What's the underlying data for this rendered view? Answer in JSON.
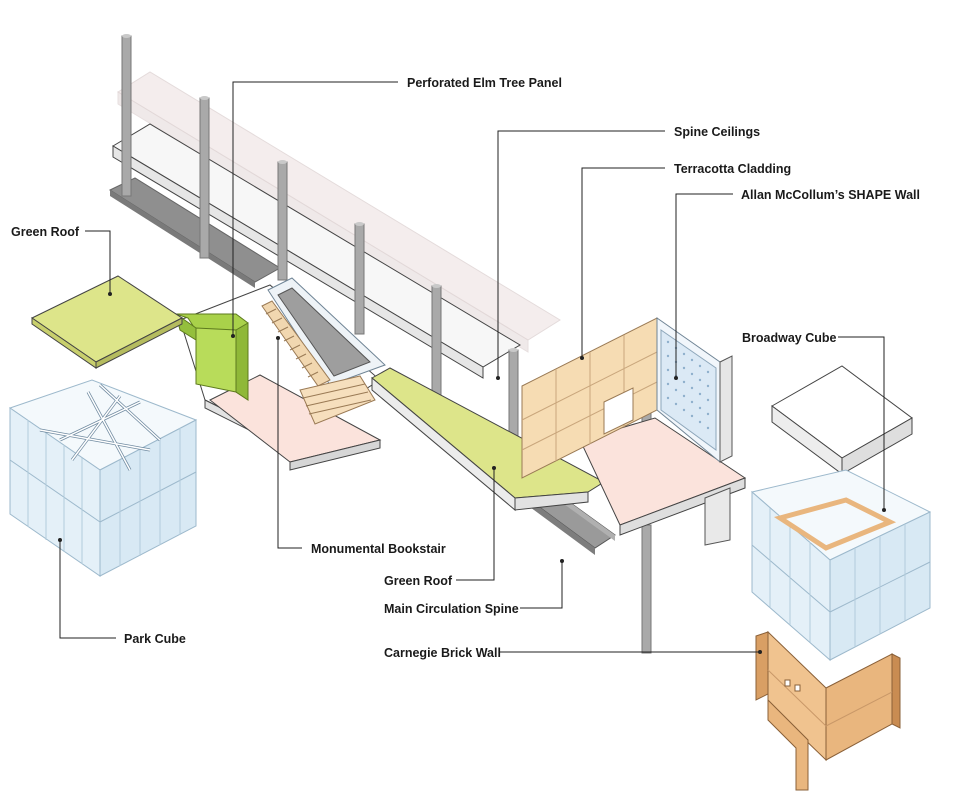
{
  "labels": {
    "perforated_elm": "Perforated Elm Tree Panel",
    "spine_ceilings": "Spine Ceilings",
    "terracotta": "Terracotta Cladding",
    "shape_wall": "Allan McCollum’s SHAPE Wall",
    "green_roof_left": "Green Roof",
    "broadway_cube": "Broadway Cube",
    "monumental_bookstair": "Monumental Bookstair",
    "green_roof_spine": "Green Roof",
    "main_circulation_spine": "Main Circulation Spine",
    "park_cube": "Park Cube",
    "carnegie_brick_wall": "Carnegie Brick Wall"
  },
  "colors": {
    "green_roof": "#dde58a",
    "elm_panel": "#a9d14a",
    "floor_pink": "#fbe3dc",
    "terracotta": "#f6dcb3",
    "brick": "#e9b67e",
    "column": "#a8a8a8",
    "slab_shadow": "#9a9a9a",
    "glass": "#eaf4fb"
  }
}
